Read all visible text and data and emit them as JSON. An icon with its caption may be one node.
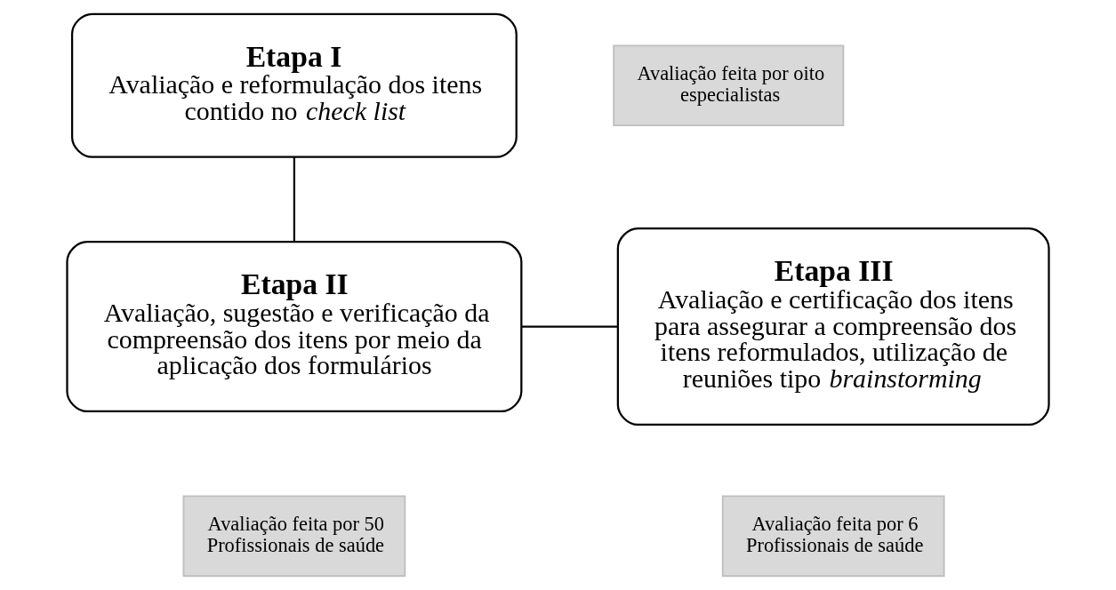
{
  "diagram": {
    "nodes": [
      {
        "text": [
          "Etapa I",
          "Avaliação e reformulação dos itens contido no *check list*"
        ]
      },
      {
        "text": [
          "Avaliação feita por oito especialistas"
        ]
      },
      {
        "text": [
          "Etapa II",
          "Avaliação, sugestão e verificação da compreensão dos itens por meio da aplicação dos formulários"
        ]
      },
      {
        "text": [
          "Avaliação feita por 50 Profissionais de saúde"
        ]
      },
      {
        "text": [
          "Etapa III",
          "Avaliação e certificação dos itens para assegurar a compreensão dos itens reformulados, utilização de reuniões tipo *brainstorming*"
        ]
      },
      {
        "text": [
          "Avaliação feita por 6 Profissionais de saúde"
        ]
      }
    ],
    "edges": [
      {
        "from": 0,
        "to": 2,
        "arrow": "none"
      },
      {
        "from": 2,
        "to": 4,
        "arrow": "none"
      }
    ]
  }
}
